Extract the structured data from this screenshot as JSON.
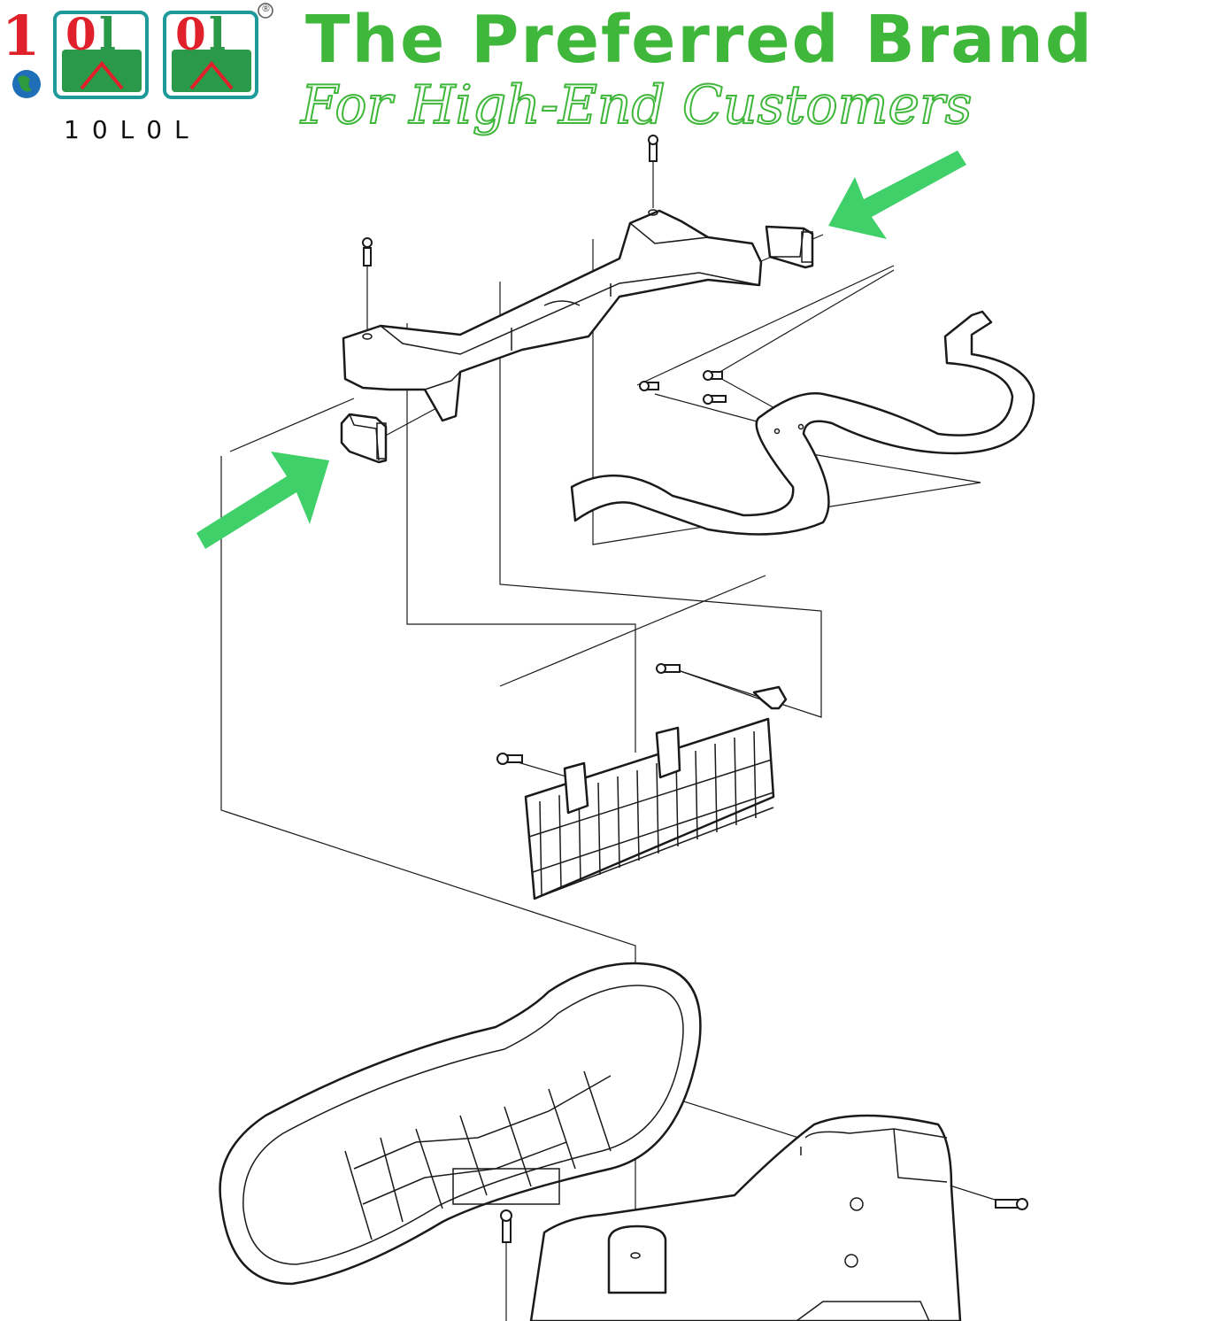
{
  "brand": {
    "registered_mark": "®",
    "wordmark": "10L0L",
    "logo_colors": {
      "red": "#e0202a",
      "green": "#2a9a4a",
      "teal": "#1e9a9a"
    }
  },
  "headline": "The Preferred Brand",
  "tagline": "For High-End Customers",
  "colors": {
    "headline": "#3fb73a",
    "callout_arrow": "#3fd06a"
  },
  "diagram": {
    "parts": [
      "seat-support-frame",
      "hinge-bracket-right",
      "hinge-bracket-left",
      "seat-back-strap",
      "wire-basket",
      "seat-cushion",
      "body-pedestal",
      "screws"
    ],
    "callouts": [
      "arrow-right-hinge",
      "arrow-left-hinge"
    ]
  }
}
